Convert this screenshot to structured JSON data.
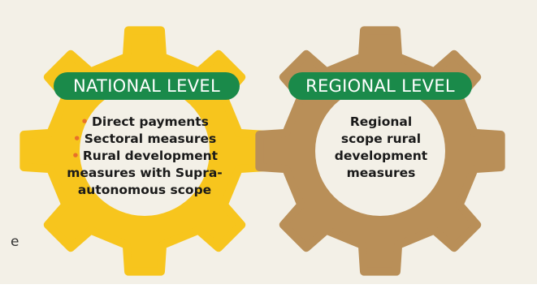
{
  "national": {
    "title": "NATIONAL LEVEL",
    "items": [
      "Direct payments",
      "Sectoral measures",
      "Rural development"
    ],
    "continuation_lines": [
      "measures with Supra-",
      "autonomous scope"
    ],
    "gear_color": "#f7c51d"
  },
  "regional": {
    "title": "REGIONAL LEVEL",
    "lines": [
      "Regional",
      "scope rural",
      "development",
      "measures"
    ],
    "gear_color": "#b98f58"
  },
  "stray_char": "e",
  "colors": {
    "background": "#f3f0e7",
    "pill": "#1a8a4a",
    "bullet": "#e8702a",
    "hole": "#f3f0e7"
  }
}
